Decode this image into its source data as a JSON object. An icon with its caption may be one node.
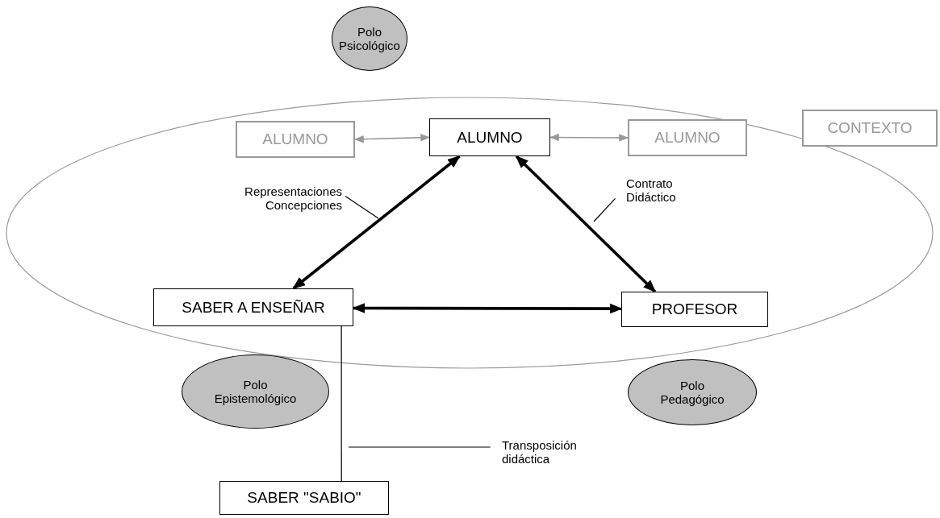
{
  "diagram": {
    "nodes": [
      {
        "text": [
          "Polo Psicológico"
        ]
      },
      {
        "text": [
          "ALUMNO"
        ]
      },
      {
        "text": [
          "ALUMNO"
        ]
      },
      {
        "text": [
          "ALUMNO"
        ]
      },
      {
        "text": [
          "CONTEXTO"
        ]
      },
      {
        "text": [
          "Representaciones Concepciones"
        ]
      },
      {
        "text": [
          "Contrato Didáctico"
        ]
      },
      {
        "text": [
          "SABER A ENSEÑAR"
        ]
      },
      {
        "text": [
          "PROFESOR"
        ]
      },
      {
        "text": [
          "Polo Epistemológico"
        ]
      },
      {
        "text": [
          "Polo Pedagógico"
        ]
      },
      {
        "text": [
          "Transposición didáctica"
        ]
      },
      {
        "text": [
          "SABER \"SABIO\""
        ]
      }
    ],
    "edges": [
      {
        "from": 1,
        "to": 2,
        "arrow": "both",
        "color": "#999999"
      },
      {
        "from": 2,
        "to": 3,
        "arrow": "both",
        "color": "#999999"
      },
      {
        "from": 7,
        "to": 2,
        "arrow": "both",
        "style": "thick"
      },
      {
        "from": 2,
        "to": 8,
        "arrow": "both",
        "style": "thick"
      },
      {
        "from": 7,
        "to": 8,
        "arrow": "both",
        "style": "thick"
      },
      {
        "from": 7,
        "to": 12,
        "arrow": "none"
      },
      {
        "from": 5,
        "to": null,
        "arrow": "none"
      },
      {
        "from": 6,
        "to": null,
        "arrow": "none"
      },
      {
        "from": 11,
        "to": null,
        "arrow": "none"
      }
    ]
  }
}
